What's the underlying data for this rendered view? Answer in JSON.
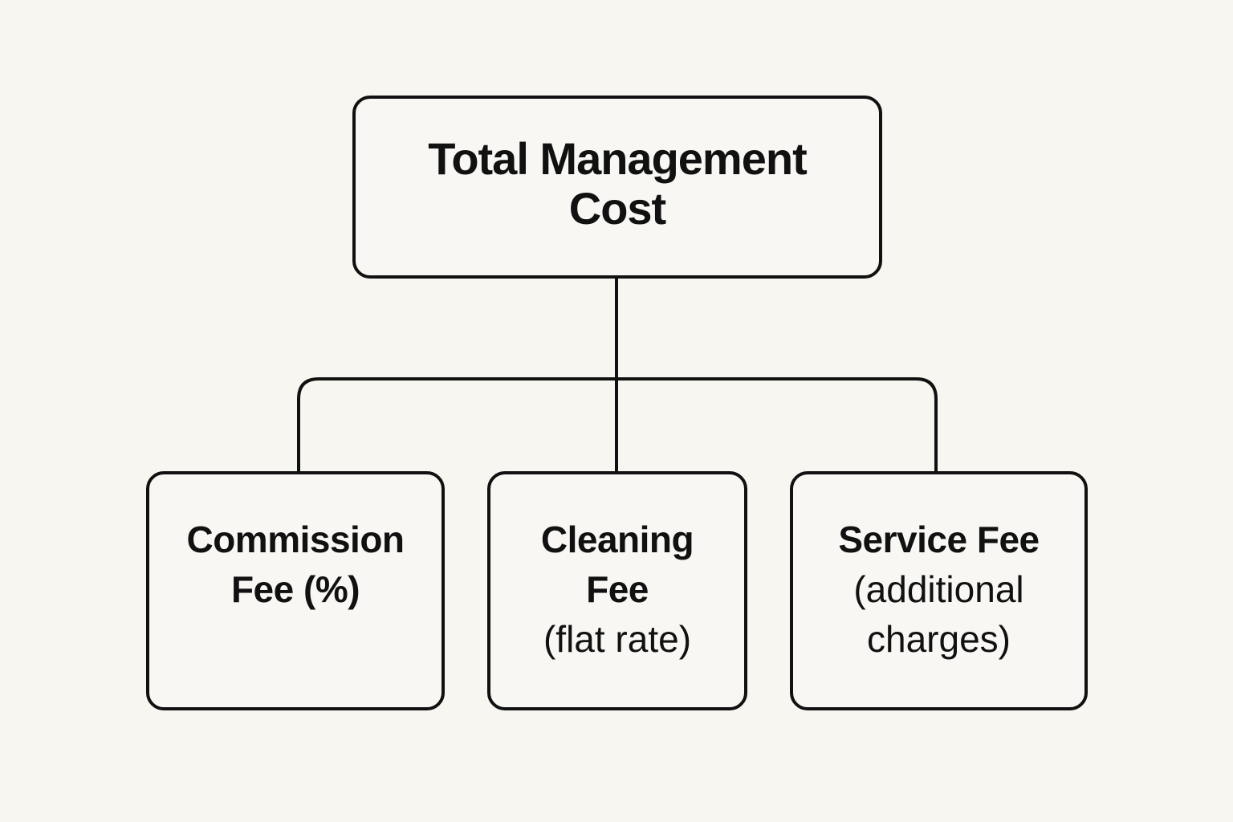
{
  "root": {
    "title_line1": "Total Management",
    "title_line2": "Cost"
  },
  "children": [
    {
      "line1": "Commission",
      "line2": "Fee (%)"
    },
    {
      "line1": "Cleaning",
      "line2": "Fee",
      "line3": "(flat rate)"
    },
    {
      "line1": "Service Fee",
      "line2": "(additional",
      "line3": "charges)"
    }
  ],
  "colors": {
    "background": "#f7f6f1",
    "stroke": "#111111"
  }
}
